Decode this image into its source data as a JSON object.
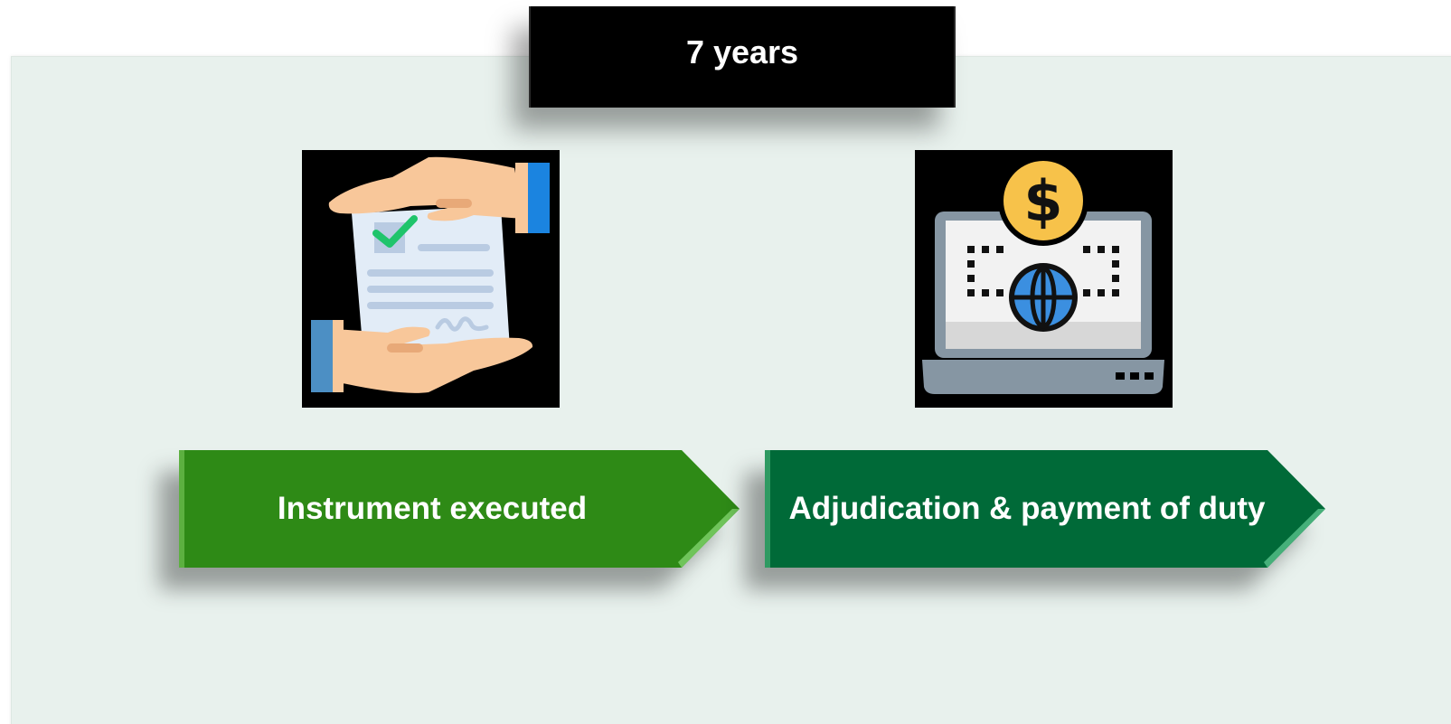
{
  "period_label": "7 years",
  "steps": [
    {
      "label": "Instrument executed",
      "icon": "hands-document-check-icon",
      "color": "#2e8a14"
    },
    {
      "label": "Adjudication & payment of duty",
      "icon": "laptop-dollar-globe-icon",
      "color": "#066b38"
    }
  ],
  "colors": {
    "background_panel": "#e8f1ed",
    "period_box": "#000000",
    "text": "#ffffff"
  }
}
